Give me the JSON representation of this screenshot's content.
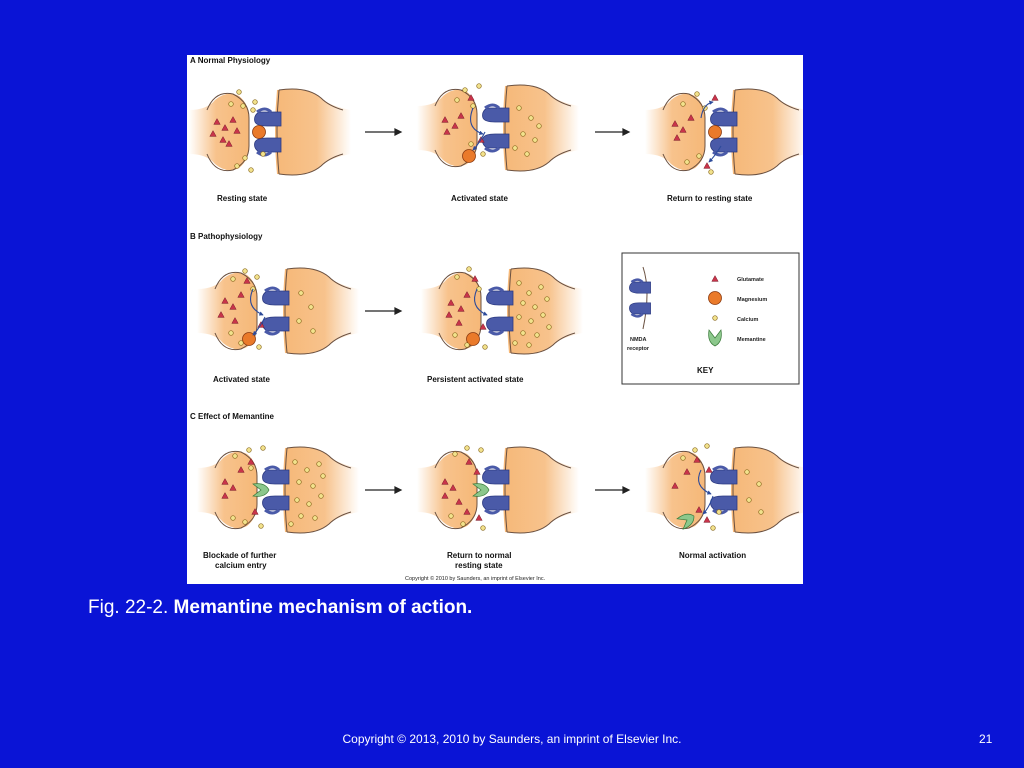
{
  "figure": {
    "sections": {
      "a": "A Normal Physiology",
      "b": "B Pathophysiology",
      "c": "C Effect of Memantine"
    },
    "labels": {
      "a1": "Resting state",
      "a2": "Activated state",
      "a3": "Return to resting state",
      "b1": "Activated state",
      "b2": "Persistent activated state",
      "c1_line1": "Blockade of further",
      "c1_line2": "calcium entry",
      "c2_line1": "Return to normal",
      "c2_line2": "resting state",
      "c3": "Normal activation"
    },
    "key": {
      "title": "KEY",
      "receptor_line1": "NMDA",
      "receptor_line2": "receptor",
      "glutamate": "Glutamate",
      "magnesium": "Magnesium",
      "calcium": "Calcium",
      "memantine": "Memantine"
    },
    "copyright": "Copyright © 2010 by Saunders, an imprint of Elsevier Inc."
  },
  "caption": {
    "prefix": "Fig. 22-2. ",
    "title": "Memantine mechanism of action."
  },
  "footer": {
    "copyright": "Copyright © 2013, 2010 by Saunders, an imprint of Elsevier Inc.",
    "page_number": "21"
  },
  "colors": {
    "background": "#0a14d6",
    "terminal": "#f6b878",
    "receptor": "#4a5aa8",
    "glutamate": "#c8344a",
    "magnesium": "#ea7a2a",
    "calcium": "#f2e28c",
    "memantine": "#8cc88c"
  }
}
